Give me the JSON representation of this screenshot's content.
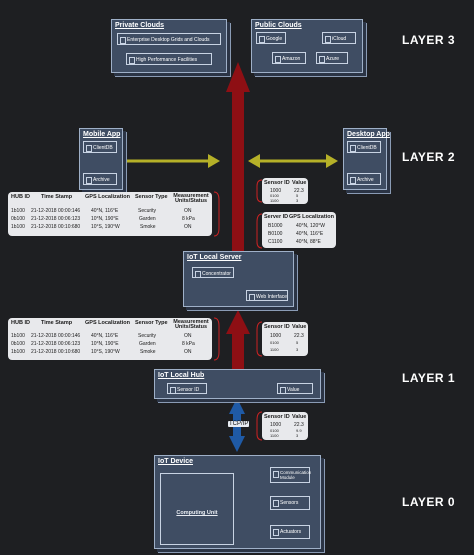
{
  "layers": {
    "l3": "LAYER 3",
    "l2": "LAYER 2",
    "l1": "LAYER 1",
    "l0": "LAYER 0"
  },
  "private_clouds": {
    "title": "Private Clouds",
    "items": [
      "Enterprise Desktop Grids and Clouds",
      "High Performance Facilities"
    ]
  },
  "public_clouds": {
    "title": "Public Clouds",
    "items": [
      "Google",
      "iCloud",
      "Amazon",
      "Azure"
    ]
  },
  "mobile_app": {
    "title": "Mobile App",
    "items": [
      "ClientDB",
      "Archive"
    ]
  },
  "desktop_app": {
    "title": "Desktop App",
    "items": [
      "ClientDB",
      "Archive"
    ]
  },
  "local_server": {
    "title": "IoT Local Server",
    "items": [
      "Concentrator",
      "Web Interface"
    ]
  },
  "local_hub": {
    "title": "IoT Local Hub",
    "items": [
      "Sensor ID",
      "Value"
    ]
  },
  "device": {
    "title": "IoT Device",
    "computing": "Computing Unit",
    "modules": [
      "Communication Module",
      "Sensors",
      "Actuators"
    ]
  },
  "link_label": "TCP/IP",
  "hub_table_top": {
    "headers": [
      "HUB ID",
      "Time Stamp",
      "GPS Localization",
      "Sensor Type",
      "Measurement Units/Status"
    ],
    "rows": [
      [
        "1b100",
        "21-12-2018 00:00:146",
        "40°N, 116°E",
        "Security",
        "ON"
      ],
      [
        "0b100",
        "21-12-2018 00:06:123",
        "10°N, 190°E",
        "Garden",
        "8 kPa"
      ],
      [
        "1b100",
        "21-12-2018 00:10:680",
        "10°S, 190°W",
        "Smoke",
        "ON"
      ]
    ]
  },
  "hub_table_bottom": {
    "headers": [
      "HUB ID",
      "Time Stamp",
      "GPS Localization",
      "Sensor Type",
      "Measurement Units/Status"
    ],
    "rows": [
      [
        "1b100",
        "21-12-2018 00:00:146",
        "40°N, 116°E",
        "Security",
        "ON"
      ],
      [
        "0b100",
        "21-12-2018 00:06:123",
        "10°N, 190°E",
        "Garden",
        "8 kPa"
      ],
      [
        "1b100",
        "21-12-2018 00:10:680",
        "10°S, 190°W",
        "Smoke",
        "ON"
      ]
    ]
  },
  "sensor_table_server1": {
    "headers": [
      "Sensor ID",
      "Value"
    ],
    "rows": [
      [
        "1000",
        "22.3"
      ],
      [
        "0100",
        "5"
      ],
      [
        "1100",
        "3"
      ]
    ]
  },
  "sensor_table_server2": {
    "headers": [
      "Server ID",
      "GPS Localization"
    ],
    "rows": [
      [
        "B1000",
        "40°N, 120°W"
      ],
      [
        "B0100",
        "40°N, 116°E"
      ],
      [
        "C1100",
        "40°N, 88°E"
      ]
    ]
  },
  "sensor_table_hub": {
    "headers": [
      "Sensor ID",
      "Value"
    ],
    "rows": [
      [
        "1000",
        "22.3"
      ],
      [
        "0100",
        "5"
      ],
      [
        "1100",
        "3"
      ]
    ]
  },
  "sensor_table_device": {
    "headers": [
      "Sensor ID",
      "Value"
    ],
    "rows": [
      [
        "1000",
        "22.3"
      ],
      [
        "0100",
        "9.9"
      ],
      [
        "1100",
        "3"
      ]
    ]
  }
}
